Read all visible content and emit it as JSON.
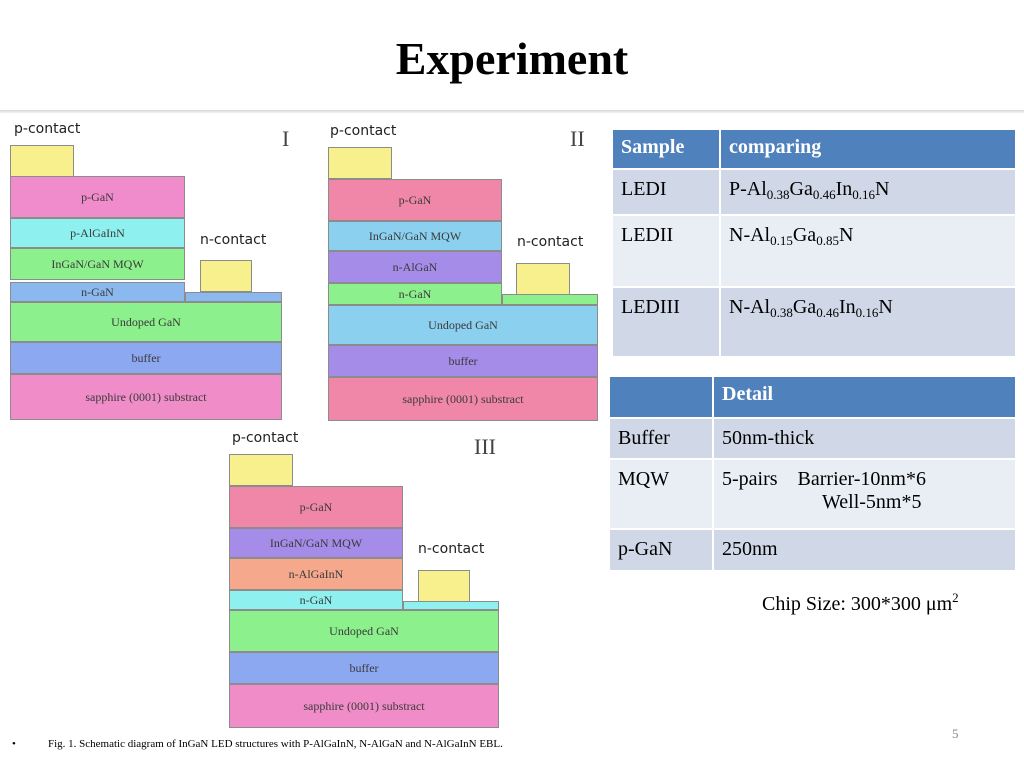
{
  "title": "Experiment",
  "diagrams": [
    {
      "numeral": "I",
      "p_contact": "p-contact",
      "n_contact": "n-contact",
      "layers": [
        "p-GaN",
        "p-AlGaInN",
        "InGaN/GaN MQW",
        "n-GaN",
        "Undoped GaN",
        "buffer",
        "sapphire (0001) substract"
      ]
    },
    {
      "numeral": "II",
      "p_contact": "p-contact",
      "n_contact": "n-contact",
      "layers": [
        "p-GaN",
        "InGaN/GaN MQW",
        "n-AlGaN",
        "n-GaN",
        "Undoped GaN",
        "buffer",
        "sapphire (0001) substract"
      ]
    },
    {
      "numeral": "III",
      "p_contact": "p-contact",
      "n_contact": "n-contact",
      "layers": [
        "p-GaN",
        "InGaN/GaN MQW",
        "n-AlGaInN",
        "n-GaN",
        "Undoped GaN",
        "buffer",
        "sapphire (0001) substract"
      ]
    }
  ],
  "colors": {
    "p_gan": "#f08ccc",
    "p_gan_alt": "#f087a8",
    "p_algainn": "#8ff0f0",
    "mqw_green": "#8cf08c",
    "mqw_purple": "#a58ce8",
    "n_algan": "#a58ce8",
    "n_algainn": "#f5a88c",
    "n_gan_blue": "#8cb8f0",
    "n_gan_green": "#8cf08c",
    "n_gan_cyan": "#8ff0f0",
    "undoped_green": "#8cf08c",
    "undoped_blue": "#8cd0f0",
    "buffer_blue": "#8ca8f0",
    "buffer_purple": "#a58ce8",
    "sapphire": "#f08cc8",
    "contact": "#f8f08c",
    "table_header": "#4f81bd"
  },
  "sample_table": {
    "headers": [
      "Sample",
      "comparing"
    ],
    "rows": [
      {
        "sample": "LEDI",
        "parts": [
          {
            "t": "P-Al"
          },
          {
            "s": "0.38"
          },
          {
            "t": "Ga"
          },
          {
            "s": "0.46"
          },
          {
            "t": "In"
          },
          {
            "s": "0.16"
          },
          {
            "t": "N"
          }
        ]
      },
      {
        "sample": "LEDII",
        "parts": [
          {
            "t": "N-Al"
          },
          {
            "s": "0.15"
          },
          {
            "t": "Ga"
          },
          {
            "s": "0.85"
          },
          {
            "t": "N"
          }
        ]
      },
      {
        "sample": "LEDIII",
        "parts": [
          {
            "t": "N-Al"
          },
          {
            "s": "0.38"
          },
          {
            "t": "Ga"
          },
          {
            "s": "0.46"
          },
          {
            "t": "In"
          },
          {
            "s": "0.16"
          },
          {
            "t": "N"
          }
        ]
      }
    ]
  },
  "detail_table": {
    "headers": [
      "",
      "Detail"
    ],
    "rows": [
      {
        "label": "Buffer",
        "lines": [
          "50nm-thick"
        ]
      },
      {
        "label": "MQW",
        "lines": [
          "5-pairs    Barrier-10nm*6",
          "Well-5nm*5"
        ]
      },
      {
        "label": "p-GaN",
        "lines": [
          "250nm"
        ]
      }
    ]
  },
  "chip_size": {
    "text": "Chip Size: 300*300 μm",
    "sup": "2"
  },
  "page_number": "5",
  "caption": {
    "bullet": "•",
    "text": "Fig. 1. Schematic diagram of InGaN LED structures with P-AlGaInN, N-AlGaN and N-AlGaInN EBL."
  }
}
